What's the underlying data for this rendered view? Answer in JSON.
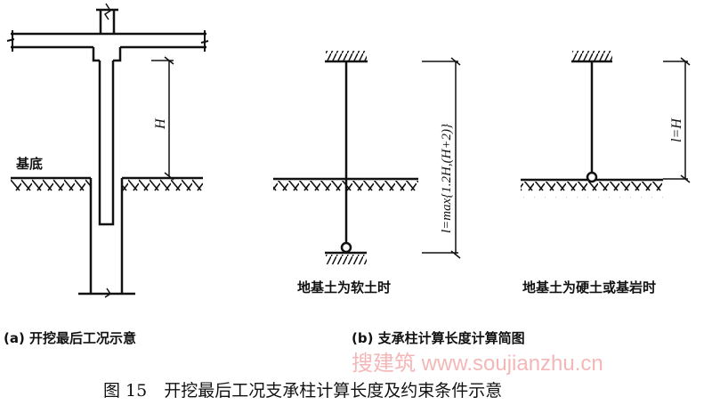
{
  "panel_a": {
    "ground_label": "基底",
    "dim_label": "H",
    "caption": "(a) 开挖最后工况示意"
  },
  "panel_b": {
    "soft": {
      "dim_label": "l=max{1.2H,(H+2)}",
      "caption": "地基土为软土时"
    },
    "hard": {
      "dim_label": "l=H",
      "caption": "地基土为硬土或基岩时"
    },
    "caption": "(b) 支承柱计算长度计算简图"
  },
  "figure_title": "图 15　开挖最后工况支承柱计算长度及约束条件示意",
  "watermark": "搜建筑 www.soujianzhu.cn"
}
